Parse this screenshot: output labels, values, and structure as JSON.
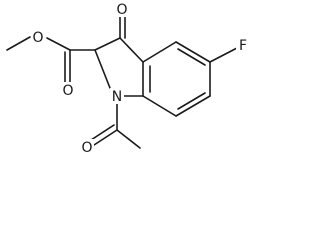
{
  "molecule": {
    "atoms": {
      "ester_o_methoxy": "O",
      "ester_o_carbonyl": "O",
      "ketone_o": "O",
      "acetyl_o": "O",
      "nitrogen": "N",
      "fluorine": "F"
    },
    "atom_color": "#1a1a1a",
    "background": "#ffffff"
  }
}
